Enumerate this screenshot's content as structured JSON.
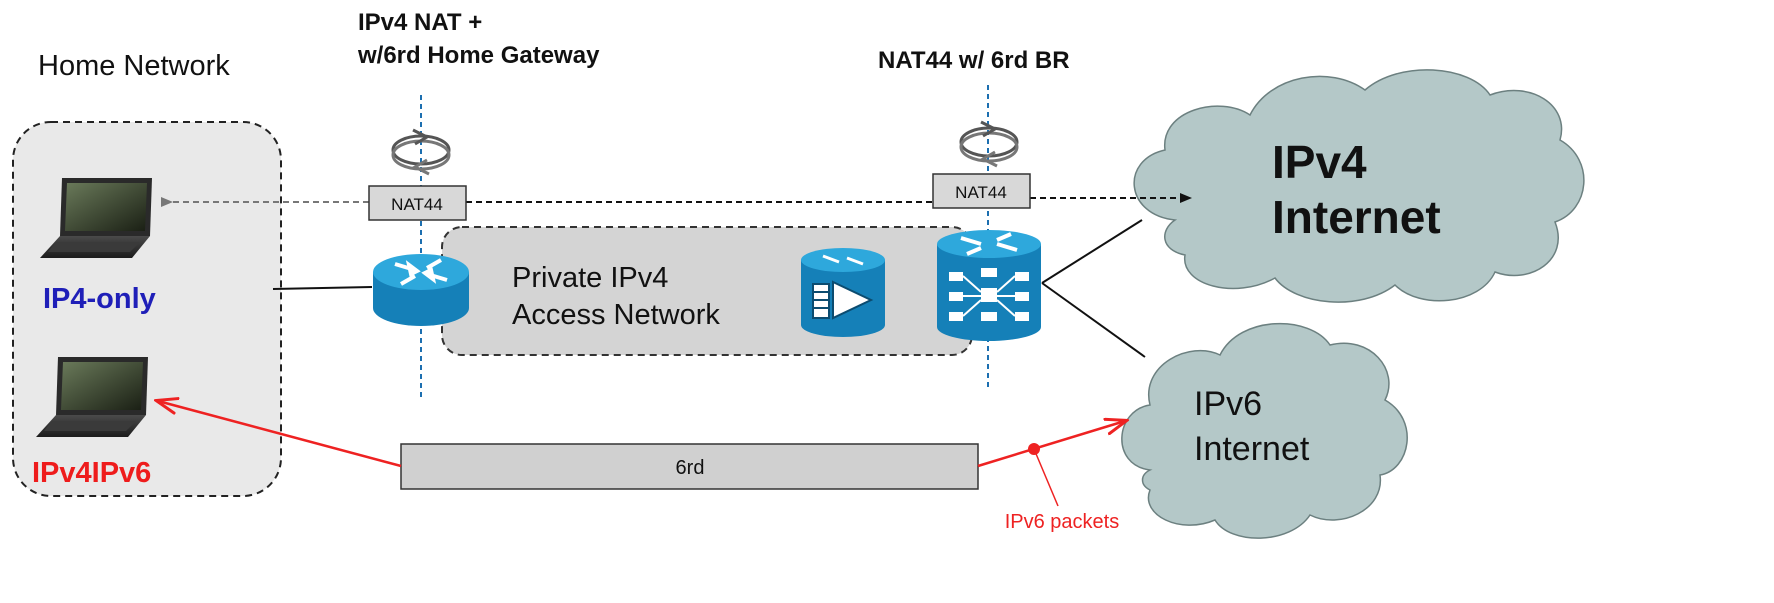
{
  "labels": {
    "home_network": "Home Network",
    "gateway_line1": "IPv4 NAT +",
    "gateway_line2": "w/6rd Home Gateway",
    "br_title": "NAT44 w/ 6rd BR",
    "nat44_left": "NAT44",
    "nat44_right": "NAT44",
    "private_line1": "Private IPv4",
    "private_line2": "Access Network",
    "ip4_only": "IP4-only",
    "ipv4ipv6": "IPv4IPv6",
    "sixrd": "6rd",
    "ipv6_packets": "IPv6 packets",
    "ipv4_internet_line1": "IPv4",
    "ipv4_internet_line2": "Internet",
    "ipv6_internet_line1": "IPv6",
    "ipv6_internet_line2": "Internet"
  },
  "colors": {
    "ip4_only": "#1f1fb8",
    "ipv4ipv6": "#ee1c1c",
    "ipv6_arrow": "#ee2222",
    "router_blue": "#1a8fc4",
    "cloud_fill": "#b4c8c8",
    "box_gray": "#d0d0d0"
  },
  "icons": {
    "laptop_top": "laptop-icon",
    "laptop_bottom": "laptop-icon",
    "home_router": "router-icon",
    "br_router": "router-switch-icon",
    "media_device": "video-device-icon",
    "rotate_left": "rotate-arrows-icon",
    "rotate_right": "rotate-arrows-icon"
  }
}
